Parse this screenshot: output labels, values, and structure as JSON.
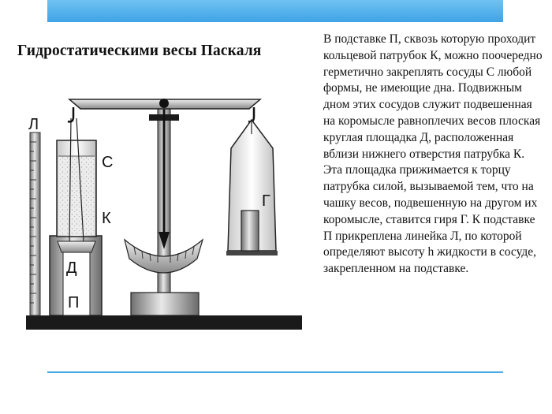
{
  "slide": {
    "title": "Гидростатическими весы Паскаля",
    "description": "В подставке П, сквозь которую проходит кольцевой патрубок К, можно поочередно герметично закреплять сосуды С любой формы, не имеющие дна. Подвижным дном этих сосудов служит подвешенная на коромысле равноплечих весов плоская круглая площадка Д, расположенная вблизи нижнего отверстия патрубка К. Эта площадка прижимается к торцу патрубка силой, вызываемой тем, что на чашку весов, подвешенную на другом их коромысле, ставится гиря Г. К подставке П прикреплена линейка Л, по которой определяют высоту h жидкости в сосуде, закрепленном на подставке."
  },
  "figure": {
    "labels": {
      "ruler": "Л",
      "vessel": "С",
      "nozzle": "К",
      "platform": "Д",
      "stand": "П",
      "weight": "Г"
    }
  },
  "colors": {
    "accent_bar": "#3fa3e6",
    "divider": "#4aa8e4",
    "text": "#111111"
  }
}
